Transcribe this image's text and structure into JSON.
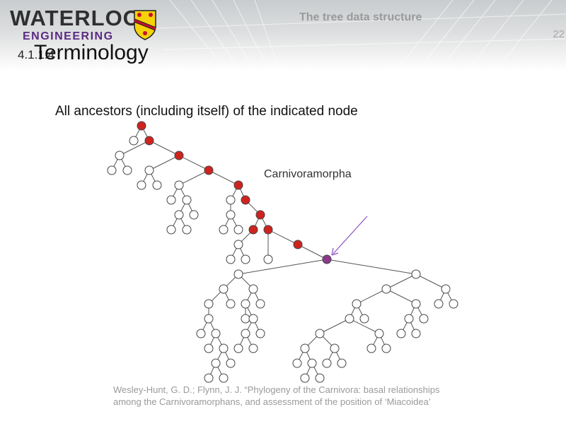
{
  "header": {
    "brand_top": "WATERLOO",
    "brand_sub": "ENGINEERING",
    "course_title": "The tree data structure",
    "page_number": "22"
  },
  "slide": {
    "section_number": "4.1.1.4",
    "title": "Terminology",
    "subtitle": "All ancestors (including itself) of the indicated node",
    "clade_label": "Carnivoramorpha",
    "citation_line1": "Wesley-Hunt, G. D.; Flynn, J. J. “Phylogeny of the Carnivora: basal relationships",
    "citation_line2": "among the Carnivoramorphans, and assessment of the position of ‘Miacoidea’"
  },
  "colors": {
    "ancestor": "#d0231e",
    "indicated": "#8b3a8b",
    "arrow": "#8a4fc0",
    "node": "#ffffff",
    "edge": "#555555",
    "brand_purple": "#5a2a82"
  },
  "tree": {
    "ancestors_count": 11,
    "indicated_node": "selected node"
  }
}
